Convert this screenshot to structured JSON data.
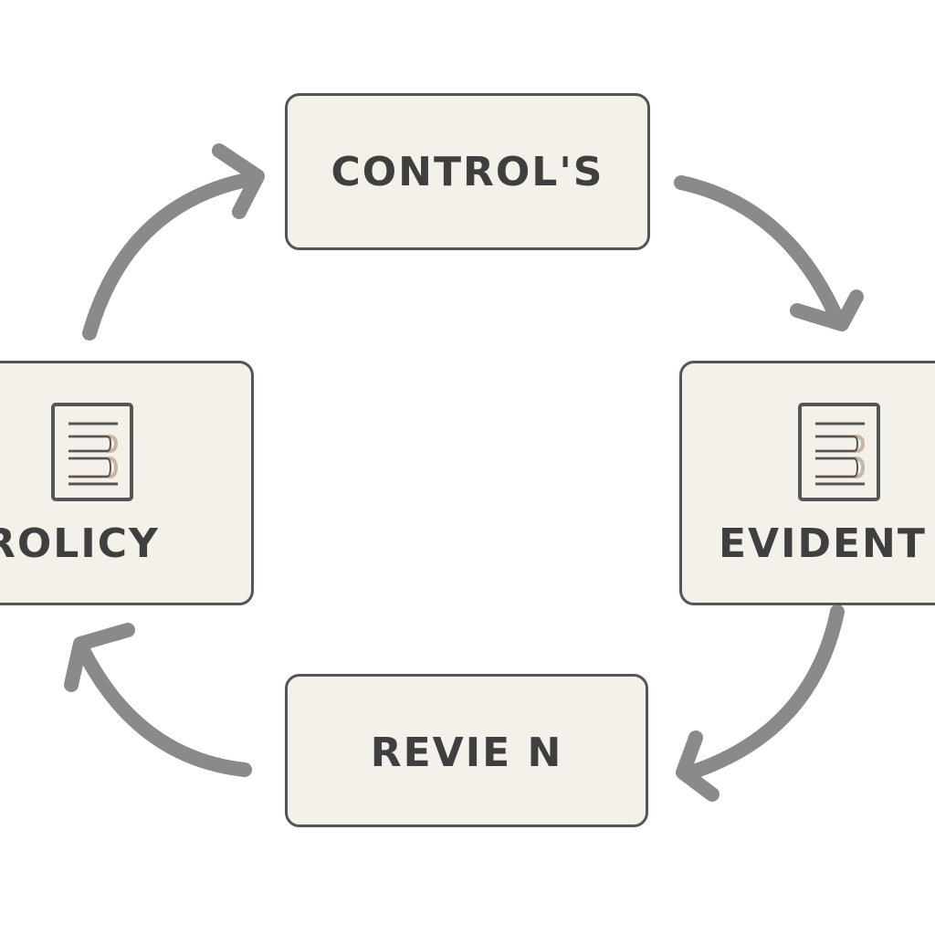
{
  "colors": {
    "arrow": "#8a8a8a",
    "box_fill": "#f4f1ea",
    "box_border": "#555555",
    "text": "#3f3f3f",
    "icon_accent": "#c9b6a2"
  },
  "nodes": {
    "controls": {
      "label": "CONTROL'S"
    },
    "evidence": {
      "label": "EVIDENT",
      "icon": "document-icon"
    },
    "review": {
      "label": "REVIE N"
    },
    "policy": {
      "label": "ROLICY",
      "icon": "document-icon"
    }
  },
  "cycle_order": [
    "controls",
    "evidence",
    "review",
    "policy"
  ]
}
